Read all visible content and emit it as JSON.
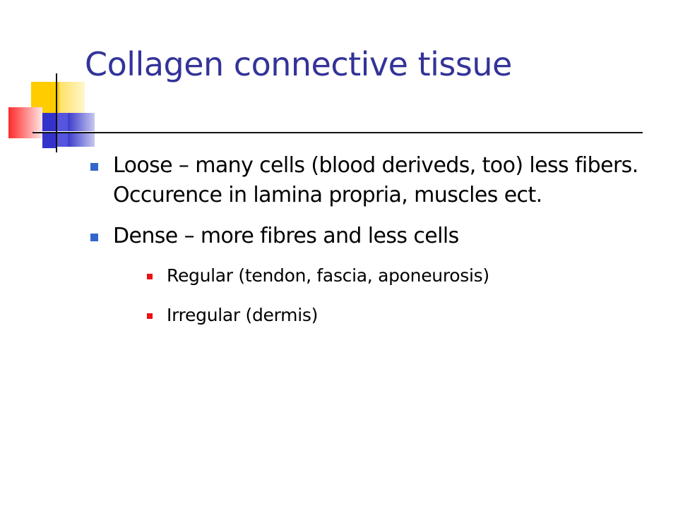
{
  "slide": {
    "title": "Collagen connective tissue",
    "bullets": [
      {
        "text": "Loose – many cells (blood deriveds, too) less fibers. Occurence in lamina propria, muscles ect."
      },
      {
        "text": "Dense – more fibres and less cells",
        "sub_bullets": [
          "Regular (tendon, fascia, aponeurosis)",
          "Irregular (dermis)"
        ]
      }
    ]
  },
  "colors": {
    "title": "#333399",
    "bullet_level1": "#3366cc",
    "bullet_level2": "#ee1111",
    "logo_yellow": "#ffcc00",
    "logo_red": "#ff2a2a",
    "logo_blue": "#3333cc"
  },
  "icons": {
    "logo": "colored-squares-logo-icon",
    "bullet_level1": "blue-square-bullet-icon",
    "bullet_level2": "red-square-bullet-icon"
  }
}
